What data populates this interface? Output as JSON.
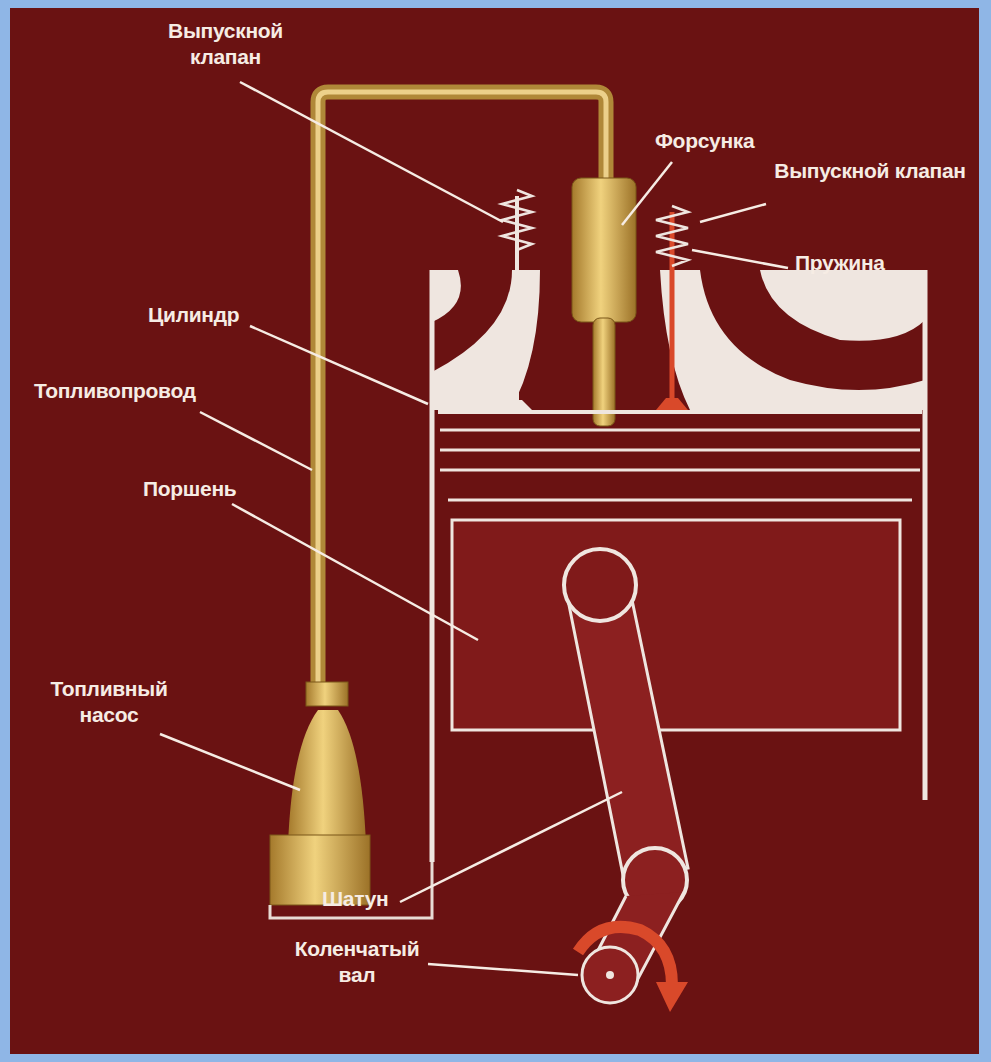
{
  "diagram": {
    "labels": [
      "Выпускной клапан",
      "Форсунка",
      "Выпускной клапан",
      "Пружина",
      "Цилиндр",
      "Топливопровод",
      "Поршень",
      "Топливный насос",
      "Шатун",
      "Коленчатый вал"
    ]
  }
}
